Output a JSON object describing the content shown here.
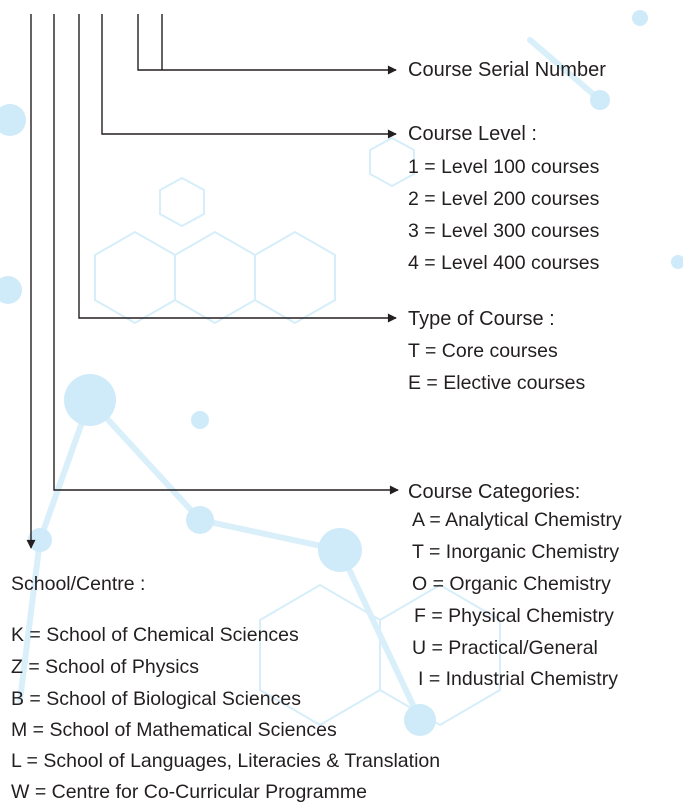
{
  "colors": {
    "text": "#231f20",
    "line": "#231f20",
    "background_pattern": "#bfe3f5"
  },
  "serial": {
    "label": "Course Serial Number"
  },
  "level": {
    "label": "Course Level :",
    "items": [
      "1  =  Level 100 courses",
      "2  =  Level 200 courses",
      "3  =  Level 300 courses",
      "4  =  Level 400 courses"
    ]
  },
  "type": {
    "label": "Type of Course :",
    "items": [
      "T =  Core courses",
      "E =  Elective courses"
    ]
  },
  "categories": {
    "label": "Course Categories:",
    "items": [
      "A =  Analytical Chemistry",
      "T =  Inorganic Chemistry",
      "O =  Organic Chemistry",
      "F =  Physical Chemistry",
      "U = Practical/General",
      "I  = Industrial Chemistry"
    ]
  },
  "school": {
    "label": "School/Centre :",
    "items": [
      "K = School of Chemical Sciences",
      "Z = School of Physics",
      "B = School of Biological Sciences",
      "M = School of Mathematical Sciences",
      "L = School of Languages, Literacies & Translation",
      "W = Centre for Co-Curricular Programme"
    ]
  }
}
